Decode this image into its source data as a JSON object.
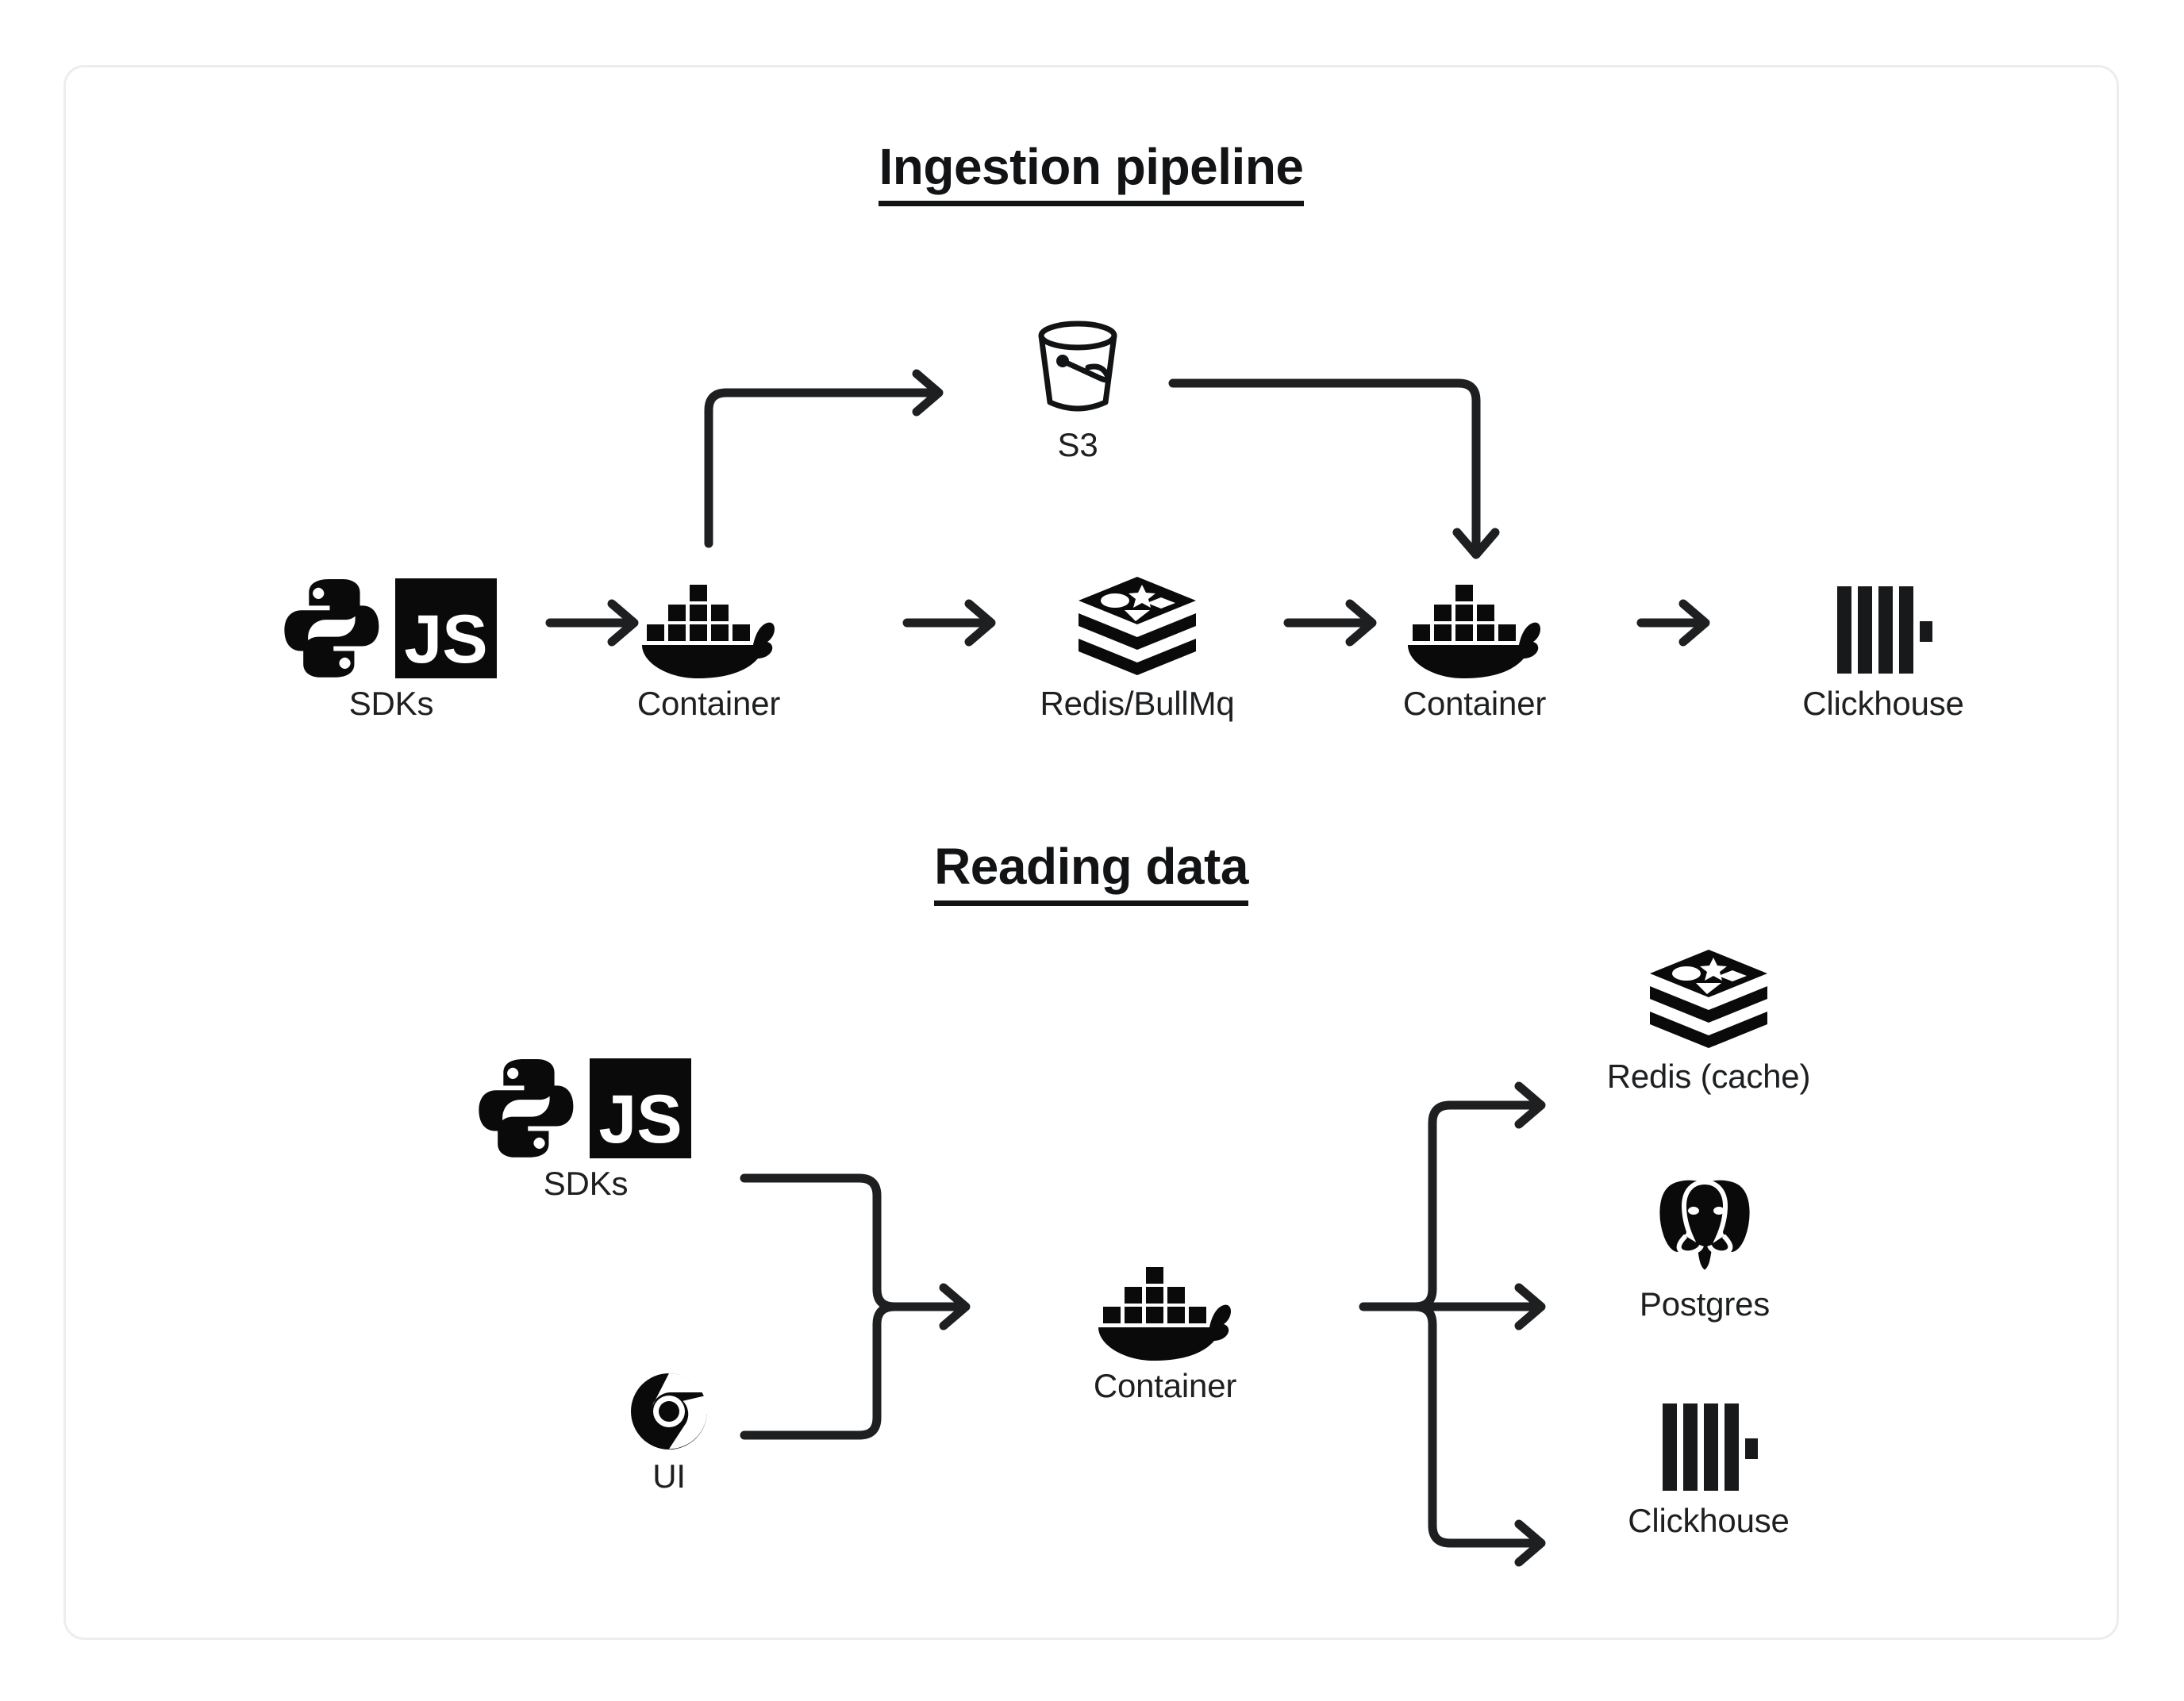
{
  "diagram": {
    "background": "#ffffff",
    "card_border_color": "#eceded",
    "stroke_color": "#1d1f21",
    "sections": [
      {
        "id": "ingestion",
        "title": "Ingestion pipeline",
        "nodes": [
          {
            "id": "sdks-ingest",
            "label": "SDKs",
            "icon": "python-js-icon"
          },
          {
            "id": "container-ingest",
            "label": "Container",
            "icon": "docker-icon"
          },
          {
            "id": "redis-bullmq",
            "label": "Redis/BullMq",
            "icon": "redis-icon"
          },
          {
            "id": "container-worker",
            "label": "Container",
            "icon": "docker-icon"
          },
          {
            "id": "clickhouse-ingest",
            "label": "Clickhouse",
            "icon": "clickhouse-icon"
          },
          {
            "id": "s3",
            "label": "S3",
            "icon": "s3-bucket-icon"
          }
        ],
        "edges": [
          {
            "from": "sdks-ingest",
            "to": "container-ingest",
            "kind": "straight-arrow"
          },
          {
            "from": "container-ingest",
            "to": "redis-bullmq",
            "kind": "straight-arrow"
          },
          {
            "from": "redis-bullmq",
            "to": "container-worker",
            "kind": "straight-arrow"
          },
          {
            "from": "container-worker",
            "to": "clickhouse-ingest",
            "kind": "straight-arrow"
          },
          {
            "from": "container-ingest",
            "to": "s3",
            "kind": "elbow-up-right-arrow"
          },
          {
            "from": "s3",
            "to": "container-worker",
            "kind": "elbow-right-down-arrow"
          }
        ]
      },
      {
        "id": "reading",
        "title": "Reading data",
        "nodes": [
          {
            "id": "sdks-read",
            "label": "SDKs",
            "icon": "python-js-icon"
          },
          {
            "id": "ui",
            "label": "UI",
            "icon": "chrome-icon"
          },
          {
            "id": "container-read",
            "label": "Container",
            "icon": "docker-icon"
          },
          {
            "id": "redis-cache",
            "label": "Redis (cache)",
            "icon": "redis-icon"
          },
          {
            "id": "postgres",
            "label": "Postgres",
            "icon": "postgres-icon"
          },
          {
            "id": "clickhouse-read",
            "label": "Clickhouse",
            "icon": "clickhouse-icon"
          }
        ],
        "edges": [
          {
            "from": "sdks-read",
            "to": "container-read",
            "kind": "merge-arrow"
          },
          {
            "from": "ui",
            "to": "container-read",
            "kind": "merge-arrow"
          },
          {
            "from": "container-read",
            "to": "redis-cache",
            "kind": "branch-up-arrow"
          },
          {
            "from": "container-read",
            "to": "postgres",
            "kind": "branch-straight-arrow"
          },
          {
            "from": "container-read",
            "to": "clickhouse-read",
            "kind": "branch-down-arrow"
          }
        ]
      }
    ]
  }
}
